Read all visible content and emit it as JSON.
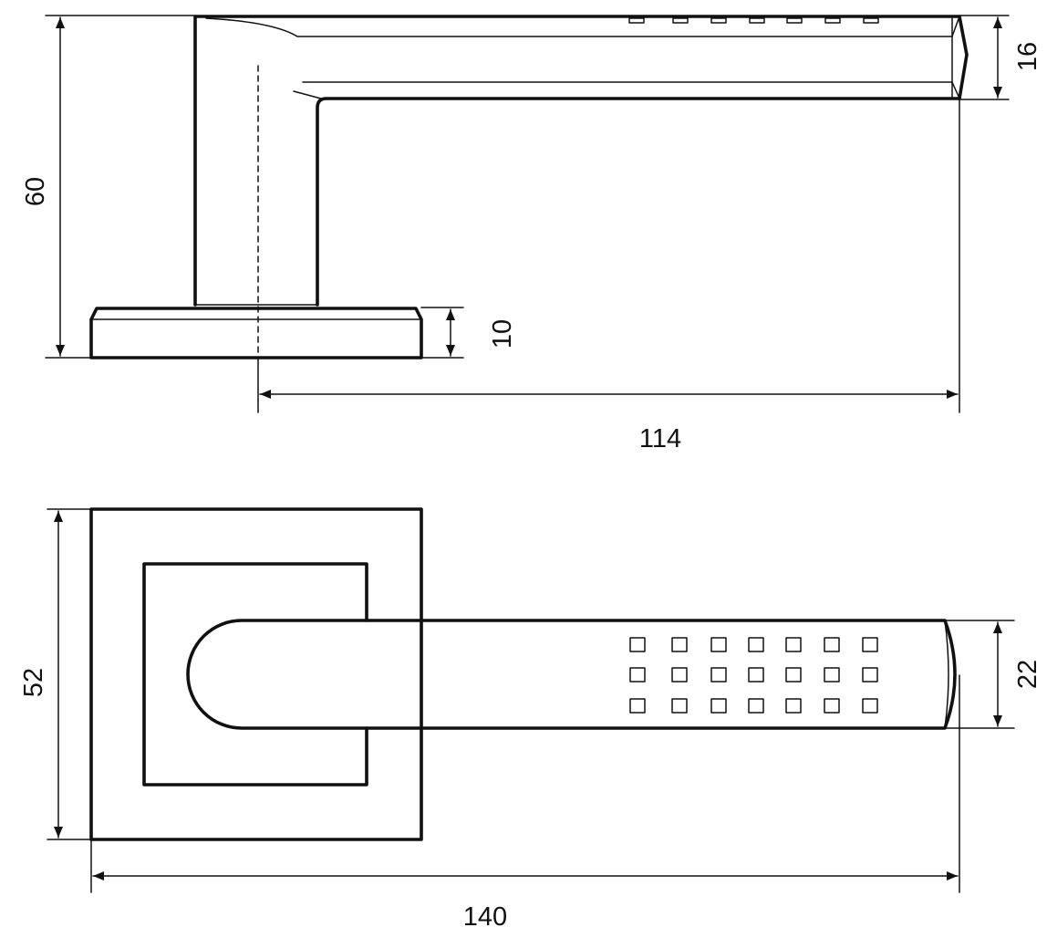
{
  "side_view": {
    "height": "60",
    "lever_thickness": "16",
    "rose_thickness": "10",
    "projection": "114"
  },
  "top_view": {
    "rose_size": "52",
    "lever_width": "22",
    "overall_length": "140"
  }
}
